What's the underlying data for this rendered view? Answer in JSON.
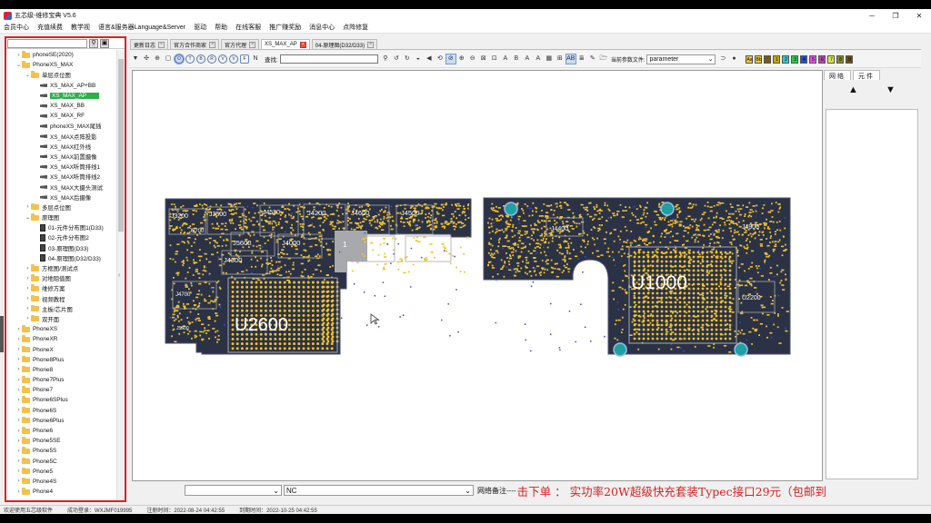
{
  "window": {
    "title": "五芯级-维修宝典 V5.6",
    "controls": [
      "─",
      "❐",
      "✕"
    ]
  },
  "menu": [
    "会员中心",
    "充值续费",
    "教学视",
    "语言&服务器Language&Server",
    "驱动",
    "帮助",
    "在线客服",
    "推广赚奖励",
    "消息中心",
    "点阵修复"
  ],
  "tree": [
    {
      "label": "phoneSE(2020)",
      "depth": 1,
      "icon": "folder",
      "exp": "›"
    },
    {
      "label": "PhoneXS_MAX",
      "depth": 1,
      "icon": "folder",
      "exp": "⌄"
    },
    {
      "label": "单层点位图",
      "depth": 2,
      "icon": "folder",
      "exp": "⌄"
    },
    {
      "label": "XS_MAX_AP+BB",
      "depth": 3,
      "icon": "leaf"
    },
    {
      "label": "XS_MAX_AP",
      "depth": 3,
      "icon": "leaf",
      "selected": true
    },
    {
      "label": "XS_MAX_BB",
      "depth": 3,
      "icon": "leaf"
    },
    {
      "label": "XS_MAX_RF",
      "depth": 3,
      "icon": "leaf"
    },
    {
      "label": "phoneXS_MAX尾插",
      "depth": 3,
      "icon": "leaf"
    },
    {
      "label": "XS_MAX点阵投影",
      "depth": 3,
      "icon": "leaf"
    },
    {
      "label": "XS_MAX红外线",
      "depth": 3,
      "icon": "leaf"
    },
    {
      "label": "XS_MAX前置摄像",
      "depth": 3,
      "icon": "leaf"
    },
    {
      "label": "XS_MAX听筒排线1",
      "depth": 3,
      "icon": "leaf"
    },
    {
      "label": "XS_MAX听筒排线2",
      "depth": 3,
      "icon": "leaf"
    },
    {
      "label": "XS_MAX大摄头测试",
      "depth": 3,
      "icon": "leaf"
    },
    {
      "label": "XS_MAX后摄像",
      "depth": 3,
      "icon": "leaf"
    },
    {
      "label": "多层点位图",
      "depth": 2,
      "icon": "folder",
      "exp": "›"
    },
    {
      "label": "原理图",
      "depth": 2,
      "icon": "folder",
      "exp": "⌄"
    },
    {
      "label": "01-元件分布图1(D33)",
      "depth": 3,
      "icon": "doc"
    },
    {
      "label": "02-元件分布图2",
      "depth": 3,
      "icon": "doc"
    },
    {
      "label": "03-原理图(D33)",
      "depth": 3,
      "icon": "doc"
    },
    {
      "label": "04-原理图(D32/D33)",
      "depth": 3,
      "icon": "doc"
    },
    {
      "label": "方框图/测试点",
      "depth": 2,
      "icon": "folder",
      "exp": "›"
    },
    {
      "label": "对地阻值图",
      "depth": 2,
      "icon": "folder",
      "exp": "›"
    },
    {
      "label": "维修方案",
      "depth": 2,
      "icon": "folder",
      "exp": "›"
    },
    {
      "label": "视频教程",
      "depth": 2,
      "icon": "folder",
      "exp": "›"
    },
    {
      "label": "主板/芯片图",
      "depth": 2,
      "icon": "folder",
      "exp": "›"
    },
    {
      "label": "双开面",
      "depth": 2,
      "icon": "folder",
      "exp": "›"
    },
    {
      "label": "PhoneXS",
      "depth": 1,
      "icon": "folder",
      "exp": "›"
    },
    {
      "label": "PhoneXR",
      "depth": 1,
      "icon": "folder",
      "exp": "›"
    },
    {
      "label": "PhoneX",
      "depth": 1,
      "icon": "folder",
      "exp": "›"
    },
    {
      "label": "Phone8Plus",
      "depth": 1,
      "icon": "folder",
      "exp": "›"
    },
    {
      "label": "Phone8",
      "depth": 1,
      "icon": "folder",
      "exp": "›"
    },
    {
      "label": "Phone7Plus",
      "depth": 1,
      "icon": "folder",
      "exp": "›"
    },
    {
      "label": "Phone7",
      "depth": 1,
      "icon": "folder",
      "exp": "›"
    },
    {
      "label": "Phone6SPlus",
      "depth": 1,
      "icon": "folder",
      "exp": "›"
    },
    {
      "label": "Phone6S",
      "depth": 1,
      "icon": "folder",
      "exp": "›"
    },
    {
      "label": "Phone6Plus",
      "depth": 1,
      "icon": "folder",
      "exp": "›"
    },
    {
      "label": "Phone6",
      "depth": 1,
      "icon": "folder",
      "exp": "›"
    },
    {
      "label": "Phone5SE",
      "depth": 1,
      "icon": "folder",
      "exp": "›"
    },
    {
      "label": "Phone5S",
      "depth": 1,
      "icon": "folder",
      "exp": "›"
    },
    {
      "label": "Phone5C",
      "depth": 1,
      "icon": "folder",
      "exp": "›"
    },
    {
      "label": "Phone5",
      "depth": 1,
      "icon": "folder",
      "exp": "›"
    },
    {
      "label": "Phone4S",
      "depth": 1,
      "icon": "folder",
      "exp": "›"
    },
    {
      "label": "Phone4",
      "depth": 1,
      "icon": "folder",
      "exp": "›"
    }
  ],
  "tabs": [
    {
      "label": "更新日志",
      "active": false
    },
    {
      "label": "官方合作商家",
      "active": false
    },
    {
      "label": "官方代理",
      "active": false
    },
    {
      "label": "XS_MAX_AP",
      "active": true
    },
    {
      "label": "04-原理图(D32/D33)",
      "active": false
    }
  ],
  "toolbar": {
    "find_label": "查找:",
    "find_value": "",
    "param_label": "当前参数文件:",
    "param_value": "parameter",
    "left_icons": [
      {
        "name": "pointer-icon",
        "g": "▼"
      },
      {
        "name": "grid-select-icon",
        "g": "✣"
      },
      {
        "name": "cross-select-icon",
        "g": "⊕"
      },
      {
        "name": "frame-icon",
        "g": "▢"
      },
      {
        "name": "mode-o-icon",
        "g": "O",
        "style": "circle",
        "on": true
      },
      {
        "name": "mode-t-icon",
        "g": "T",
        "style": "circle"
      },
      {
        "name": "mode-b-icon",
        "g": "B",
        "style": "circle"
      },
      {
        "name": "mode-r-icon",
        "g": "R",
        "style": "circle"
      },
      {
        "name": "mode-v-icon",
        "g": "V",
        "style": "circle"
      },
      {
        "name": "mode-y-icon",
        "g": "V",
        "style": "circle"
      },
      {
        "name": "mode-f-icon",
        "g": "F",
        "style": "sq"
      },
      {
        "name": "mode-n-icon",
        "g": "N"
      }
    ],
    "mid_icons": [
      {
        "name": "search-icon",
        "g": "⚲"
      },
      {
        "name": "rotate-left-icon",
        "g": "↺"
      },
      {
        "name": "rotate-right-icon",
        "g": "↻"
      },
      {
        "name": "flip-icon",
        "g": "◒"
      },
      {
        "name": "mirror-icon",
        "g": "◀"
      },
      {
        "name": "reset-view-icon",
        "g": "⟲"
      },
      {
        "name": "block-icon",
        "g": "⊘",
        "on": true
      },
      {
        "name": "zoom-in-icon",
        "g": "⊕"
      },
      {
        "name": "zoom-out-icon",
        "g": "⊖"
      },
      {
        "name": "fit-icon",
        "g": "⊠"
      },
      {
        "name": "crop-icon",
        "g": "⊡"
      },
      {
        "name": "text-a-icon",
        "g": "A"
      },
      {
        "name": "text-b-icon",
        "g": "B"
      },
      {
        "name": "text-up-icon",
        "g": "A"
      },
      {
        "name": "text-down-icon",
        "g": "A"
      },
      {
        "name": "qr-icon",
        "g": "▦"
      },
      {
        "name": "label-icon",
        "g": "⊞"
      },
      {
        "name": "ab-icon",
        "g": "AB",
        "on": true
      },
      {
        "name": "list-icon",
        "g": "≣"
      },
      {
        "name": "edit-icon",
        "g": "✎"
      },
      {
        "name": "folder-open-icon",
        "g": "🗁"
      }
    ],
    "right_icons": [
      {
        "name": "toggle-icon",
        "g": "⊃"
      },
      {
        "name": "color-wheel-icon",
        "g": "●"
      }
    ],
    "swatches": [
      {
        "t": "Aa",
        "c": "#f3c93c"
      },
      {
        "t": "Bb",
        "c": "#f3c93c"
      },
      {
        "t": "",
        "c": "#7a5a10"
      },
      {
        "t": "1",
        "c": "#c9a800"
      },
      {
        "t": "2",
        "c": "#2ec7d6"
      },
      {
        "t": "3",
        "c": "#2bc84a"
      },
      {
        "t": "4",
        "c": "#1f4fd8"
      },
      {
        "t": "5",
        "c": "#e64ce6"
      },
      {
        "t": "6",
        "c": "#c23abf"
      },
      {
        "t": "7",
        "c": "#d9e64a"
      },
      {
        "t": "8",
        "c": "#8b8b25"
      },
      {
        "t": "9",
        "c": "#6b4e12"
      }
    ]
  },
  "board": {
    "left_labels": [
      "J3200",
      "J3500",
      "J4530",
      "J4200",
      "J4600",
      "J4500",
      "J5600",
      "J4000",
      "J4300",
      "J5700",
      "J4700",
      "U2600",
      "J5500"
    ],
    "right_labels": [
      "U1000",
      "J4400",
      "U2200",
      "J4900"
    ],
    "marker": "1",
    "colors": {
      "board": "#2b3245",
      "pad": "#f2c230",
      "via": "#3a4fd4",
      "hole": "#1fa1a1",
      "sel": "#a7a9ad"
    }
  },
  "right_panel": {
    "tabs": [
      "网络",
      "元件"
    ],
    "up": "▲",
    "down": "▼"
  },
  "bottom": {
    "net_value": "",
    "part_value": "NC",
    "note_label": "网络备注----",
    "marquee": "击下单 ： 实功率20W超级快充套装Typec接口29元（包邮到"
  },
  "status": {
    "welcome": "欢迎使用五芯级软件",
    "login": "成功登录：WXJMF019995",
    "registered": "注册时间：2022-08-24 04:42:55",
    "expires": "到期时间：2022-10-25 04:42:55"
  }
}
